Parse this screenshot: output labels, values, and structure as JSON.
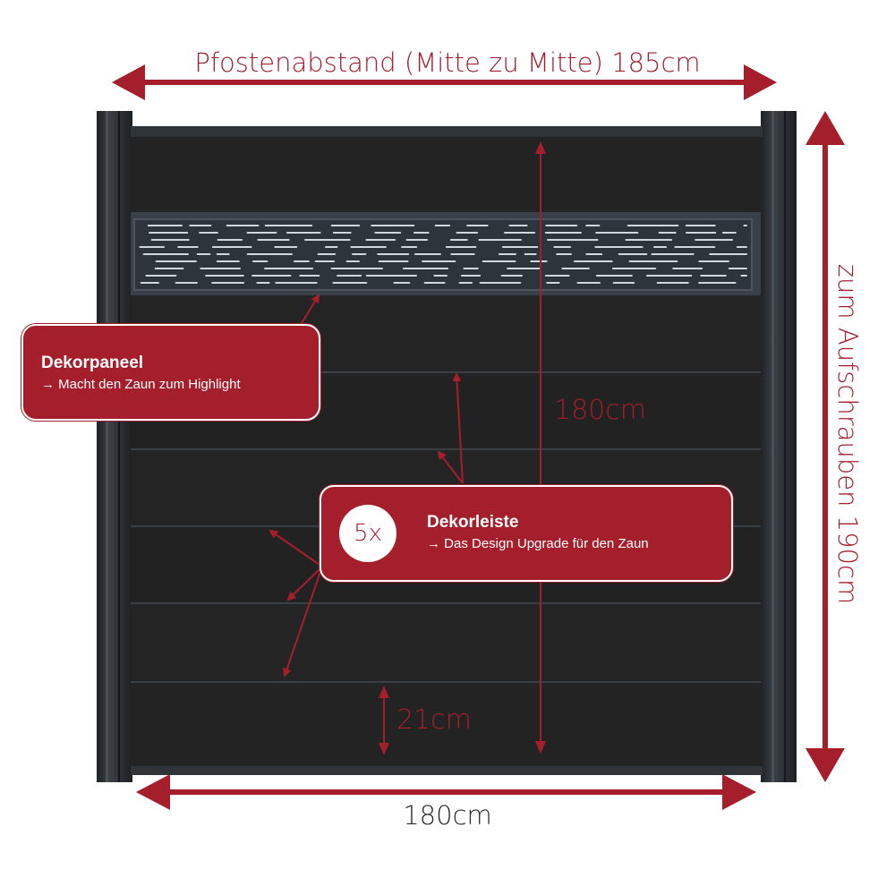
{
  "dimensions": {
    "post_spacing_label": "Pfostenabstand (Mitte zu Mitte) 185cm",
    "width_label": "180cm",
    "height_label": "180cm",
    "screw_height_label": "zum Aufschrauben 190cm",
    "board_height_label": "21cm"
  },
  "callouts": {
    "decor_panel": {
      "title": "Dekorpaneel",
      "subtitle": "→ Macht den Zaun zum Highlight"
    },
    "decor_strip": {
      "count": "5x",
      "title": "Dekorleiste",
      "subtitle": "→ Das Design Upgrade für den Zaun"
    }
  },
  "colors": {
    "accent": "#a51e2c",
    "post": "#2e3237",
    "board": "#232323",
    "panel": "#39404a"
  }
}
